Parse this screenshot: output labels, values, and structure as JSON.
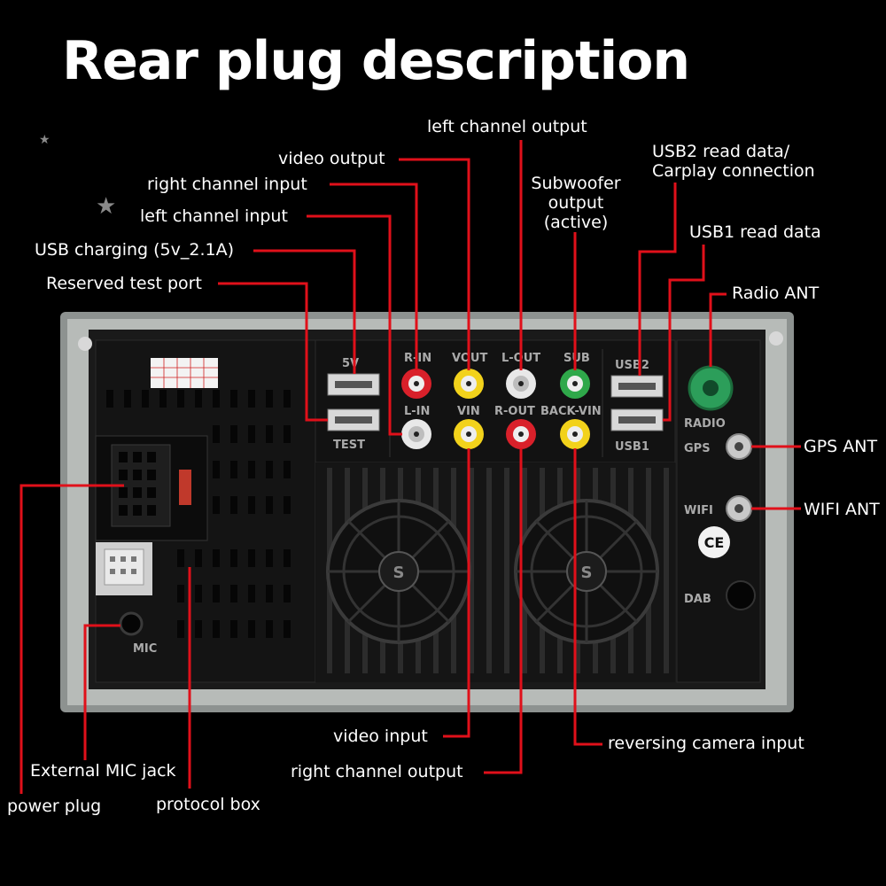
{
  "title": "Rear plug description",
  "labels": {
    "left_channel_output": "left channel output",
    "video_output": "video output",
    "right_channel_input": "right channel input",
    "left_channel_input": "left channel input",
    "usb_charging": "USB charging (5v_2.1A)",
    "reserved_test_port": "Reserved test port",
    "subwoofer_output": [
      "Subwoofer",
      "output",
      "(active)"
    ],
    "usb2": [
      "USB2 read data/",
      "Carplay connection"
    ],
    "usb1": "USB1 read data",
    "radio_ant": "Radio ANT",
    "gps_ant": "GPS ANT",
    "wifi_ant": "WIFI ANT",
    "video_input": "video input",
    "reversing_camera_input": "reversing camera input",
    "right_channel_output": "right channel output",
    "external_mic_jack": "External MIC jack",
    "power_plug": "power plug",
    "protocol_box": "protocol box"
  },
  "panel_marks": {
    "port_5v": "5V",
    "port_test": "TEST",
    "r_in": "R-IN",
    "l_in": "L-IN",
    "vout": "VOUT",
    "vin": "VIN",
    "l_out": "L-OUT",
    "r_out": "R-OUT",
    "sub": "SUB",
    "back_vin": "BACK-VIN",
    "usb2": "USB2",
    "usb1": "USB1",
    "radio": "RADIO",
    "gps": "GPS",
    "wifi": "WIFI",
    "dab": "DAB",
    "mic": "MIC",
    "ce": "CE",
    "fan": "S"
  },
  "colors": {
    "line": "#e0101a",
    "rca_red": "#d9202a",
    "rca_yellow": "#f2d21b",
    "rca_white": "#e8e8e8",
    "rca_green": "#2fa84a",
    "radio_green": "#2c9e5a"
  }
}
